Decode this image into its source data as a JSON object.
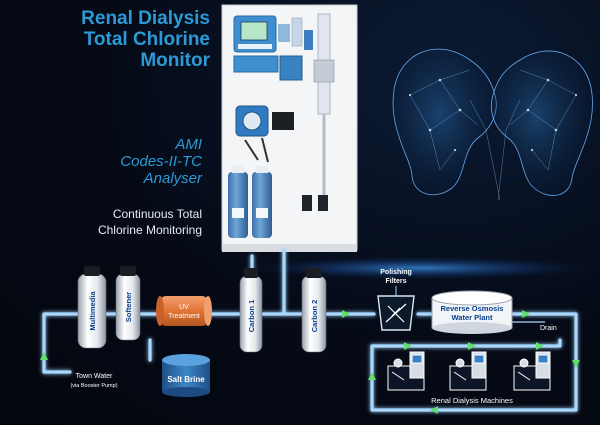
{
  "title_lines": [
    "Renal Dialysis",
    "Total Chlorine",
    "Monitor"
  ],
  "analyser_lines": [
    "AMI",
    "Codes-II-TC",
    "Analyser"
  ],
  "monitoring_lines": [
    "Continuous Total",
    "Chlorine Monitoring"
  ],
  "components": {
    "multimedia": "Multimedia",
    "softener": "Softener",
    "uv": [
      "UV",
      "Treatment"
    ],
    "salt_brine": "Salt Brine",
    "carbon1": "Carbon 1",
    "carbon2": "Carbon 2",
    "polishing": [
      "Polishing",
      "Filters"
    ],
    "ro": [
      "Reverse Osmosis",
      "Water Plant"
    ],
    "drain": "Drain",
    "town_water": [
      "Town Water",
      "(via Booster Pump)"
    ],
    "dialysis": "Renal Dialysis Machines"
  },
  "colors": {
    "accent": "#2b9ad6",
    "pipe": "#a9d8ff",
    "background": "#050a16"
  }
}
